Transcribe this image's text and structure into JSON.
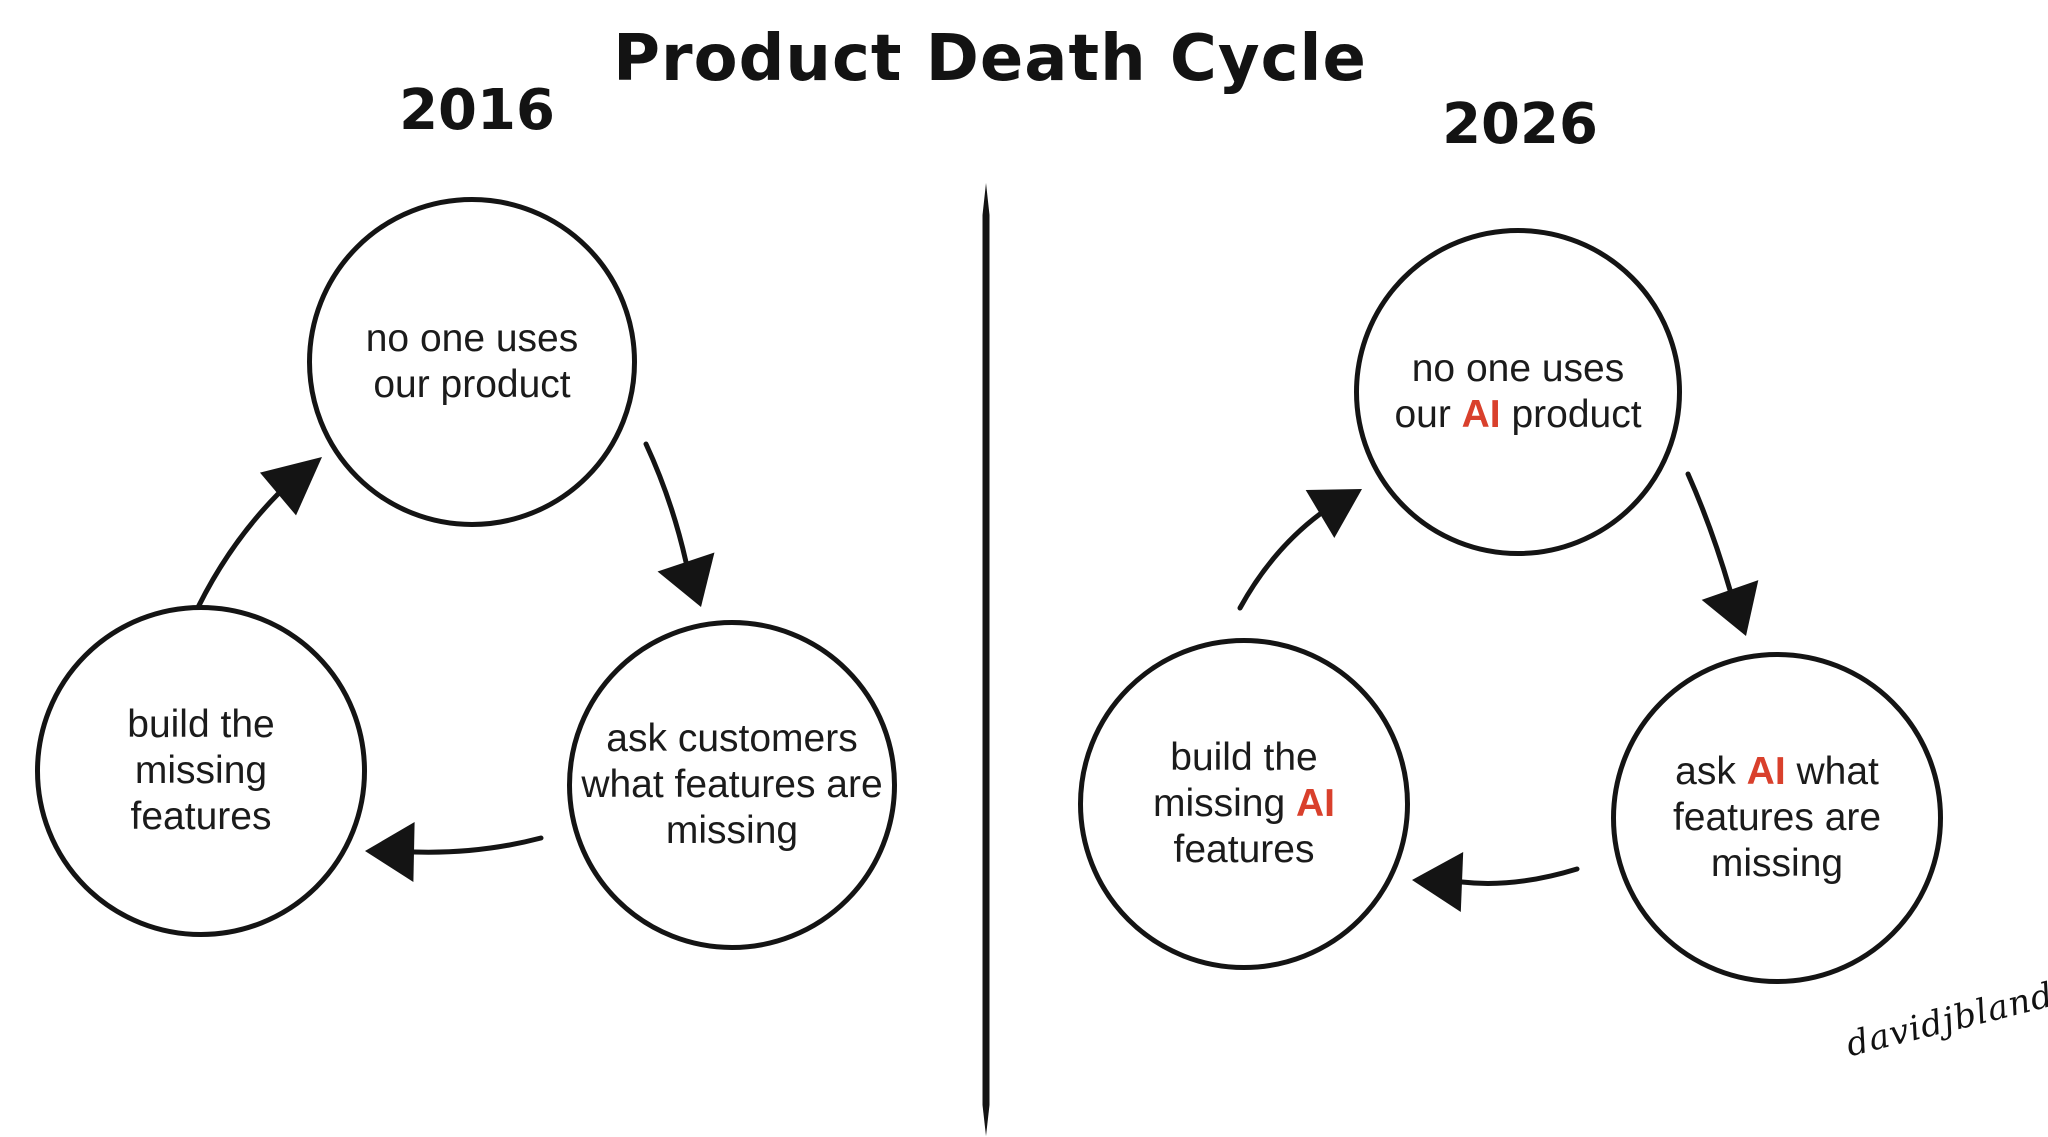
{
  "meta": {
    "background": "#ffffff",
    "ink": "#141414",
    "accent_red": "#d9402c"
  },
  "title": "Product Death Cycle",
  "signature": "davidjbland",
  "panels": [
    {
      "name": "2016",
      "year_label": "2016",
      "nodes": [
        {
          "id": "no-one-uses-product",
          "lines": [
            [
              {
                "t": "no one uses"
              }
            ],
            [
              {
                "t": "our product"
              }
            ]
          ]
        },
        {
          "id": "ask-customers",
          "lines": [
            [
              {
                "t": "ask customers"
              }
            ],
            [
              {
                "t": "what features are"
              }
            ],
            [
              {
                "t": "missing"
              }
            ]
          ]
        },
        {
          "id": "build-missing-features",
          "lines": [
            [
              {
                "t": "build the"
              }
            ],
            [
              {
                "t": "missing"
              }
            ],
            [
              {
                "t": "features"
              }
            ]
          ]
        }
      ],
      "edges": [
        {
          "name": "e2016-noone-to-ask",
          "from": "no-one-uses-product",
          "to": "ask-customers"
        },
        {
          "name": "e2016-ask-to-build",
          "from": "ask-customers",
          "to": "build-missing-features"
        },
        {
          "name": "e2016-build-to-noone",
          "from": "build-missing-features",
          "to": "no-one-uses-product"
        }
      ]
    },
    {
      "name": "2026",
      "year_label": "2026",
      "nodes": [
        {
          "id": "no-one-uses-ai-product",
          "lines": [
            [
              {
                "t": "no one uses"
              }
            ],
            [
              {
                "t": "our "
              },
              {
                "t": "AI",
                "red": true
              },
              {
                "t": " product"
              }
            ]
          ]
        },
        {
          "id": "ask-ai",
          "lines": [
            [
              {
                "t": "ask "
              },
              {
                "t": "AI",
                "red": true
              },
              {
                "t": " what"
              }
            ],
            [
              {
                "t": "features are"
              }
            ],
            [
              {
                "t": "missing"
              }
            ]
          ]
        },
        {
          "id": "build-missing-ai-features",
          "lines": [
            [
              {
                "t": "build the"
              }
            ],
            [
              {
                "t": "missing "
              },
              {
                "t": "AI",
                "red": true
              }
            ],
            [
              {
                "t": "features"
              }
            ]
          ]
        }
      ],
      "edges": [
        {
          "name": "e2026-noone-to-ask",
          "from": "no-one-uses-ai-product",
          "to": "ask-ai"
        },
        {
          "name": "e2026-ask-to-build",
          "from": "ask-ai",
          "to": "build-missing-ai-features"
        },
        {
          "name": "e2026-build-to-noone",
          "from": "build-missing-ai-features",
          "to": "no-one-uses-ai-product"
        }
      ]
    }
  ]
}
